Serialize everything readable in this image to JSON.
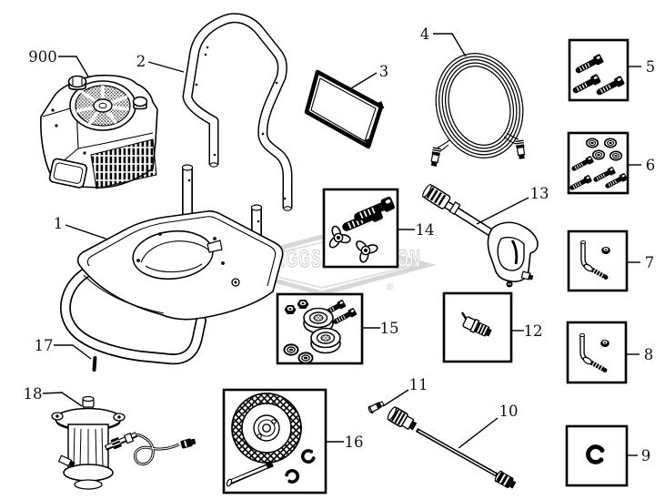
{
  "canvas": {
    "background": "#ffffff",
    "line_color": "#000000"
  },
  "watermark": {
    "text": "BRIGGS&STRATTON",
    "registered_mark": "®",
    "color": "#c9c9c9"
  },
  "part_labels": {
    "engine": "900",
    "frame": "1",
    "handle": "2",
    "panel": "3",
    "hose": "4",
    "kit_5": "5",
    "kit_6": "6",
    "kit_7": "7",
    "kit_8": "8",
    "clip_9": "9",
    "wand": "10",
    "fitting_11": "11",
    "nozzle_12": "12",
    "gun": "13",
    "kit_14": "14",
    "kit_15": "15",
    "wheel_kit": "16",
    "pin_17": "17",
    "pump": "18"
  }
}
